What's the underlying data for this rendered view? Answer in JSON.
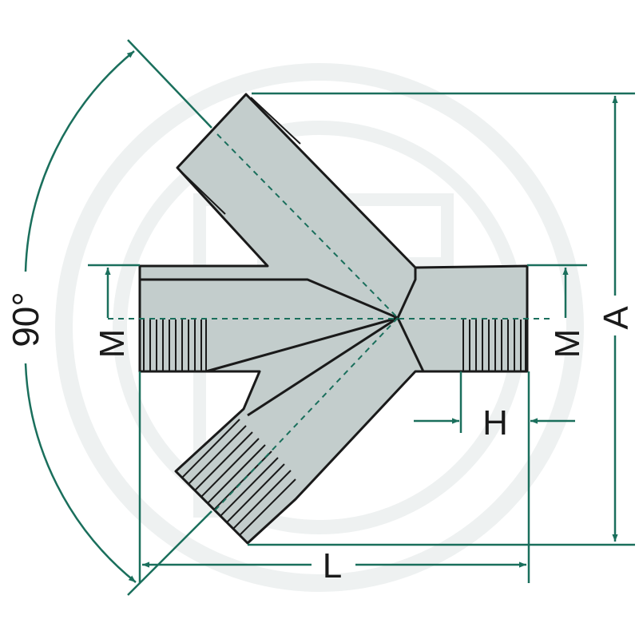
{
  "diagram": {
    "labels": {
      "angle": "90°",
      "m_left": "M",
      "m_right": "M",
      "a": "A",
      "h": "H",
      "l": "L"
    },
    "colors": {
      "dimension": "#1a6f5c",
      "body": "#c3cdcc",
      "body_outline": "#1a1a1a",
      "watermark": "#eef1f1",
      "centerline": "#1a6f5c"
    }
  }
}
